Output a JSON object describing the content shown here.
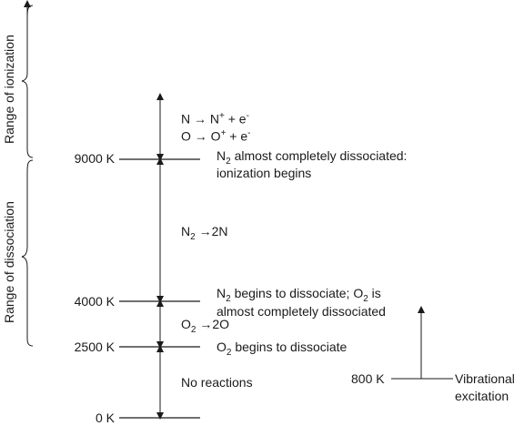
{
  "levels": {
    "l0": "0 K",
    "l2500": "2500 K",
    "l4000": "4000 K",
    "l9000": "9000 K"
  },
  "brackets": {
    "ionization": "Range of ionization",
    "dissociation": "Range of dissociation"
  },
  "reactions": {
    "n_ion_lhs": "N → N",
    "n_ion_sup": "+",
    "n_ion_rhs": " + e",
    "n_ion_e_sup": "-",
    "o_ion_lhs": "O → O",
    "o_ion_sup": "+",
    "o_ion_rhs": " + e",
    "o_ion_e_sup": "-",
    "n2_lhs": "N",
    "n2_sub": "2",
    "n2_rhs": " →2N",
    "o2_lhs": "O",
    "o2_sub": "2",
    "o2_rhs": " →2O",
    "none": "No reactions"
  },
  "annotations": {
    "a9000_n": "N",
    "a9000_sub": "2",
    "a9000_line1_rest": "  almost completely dissociated:",
    "a9000_line2": "ionization begins",
    "a4000_n": "N",
    "a4000_sub": "2",
    "a4000_mid": "  begins to dissociate; O",
    "a4000_sub2": "2",
    "a4000_end": " is",
    "a4000_line2": "almost completely dissociated",
    "a2500_o": "O",
    "a2500_sub": "2",
    "a2500_rest": " begins to dissociate"
  },
  "vibration": {
    "temp": "800 K",
    "label_line1": "Vibrational",
    "label_line2": "excitation"
  }
}
